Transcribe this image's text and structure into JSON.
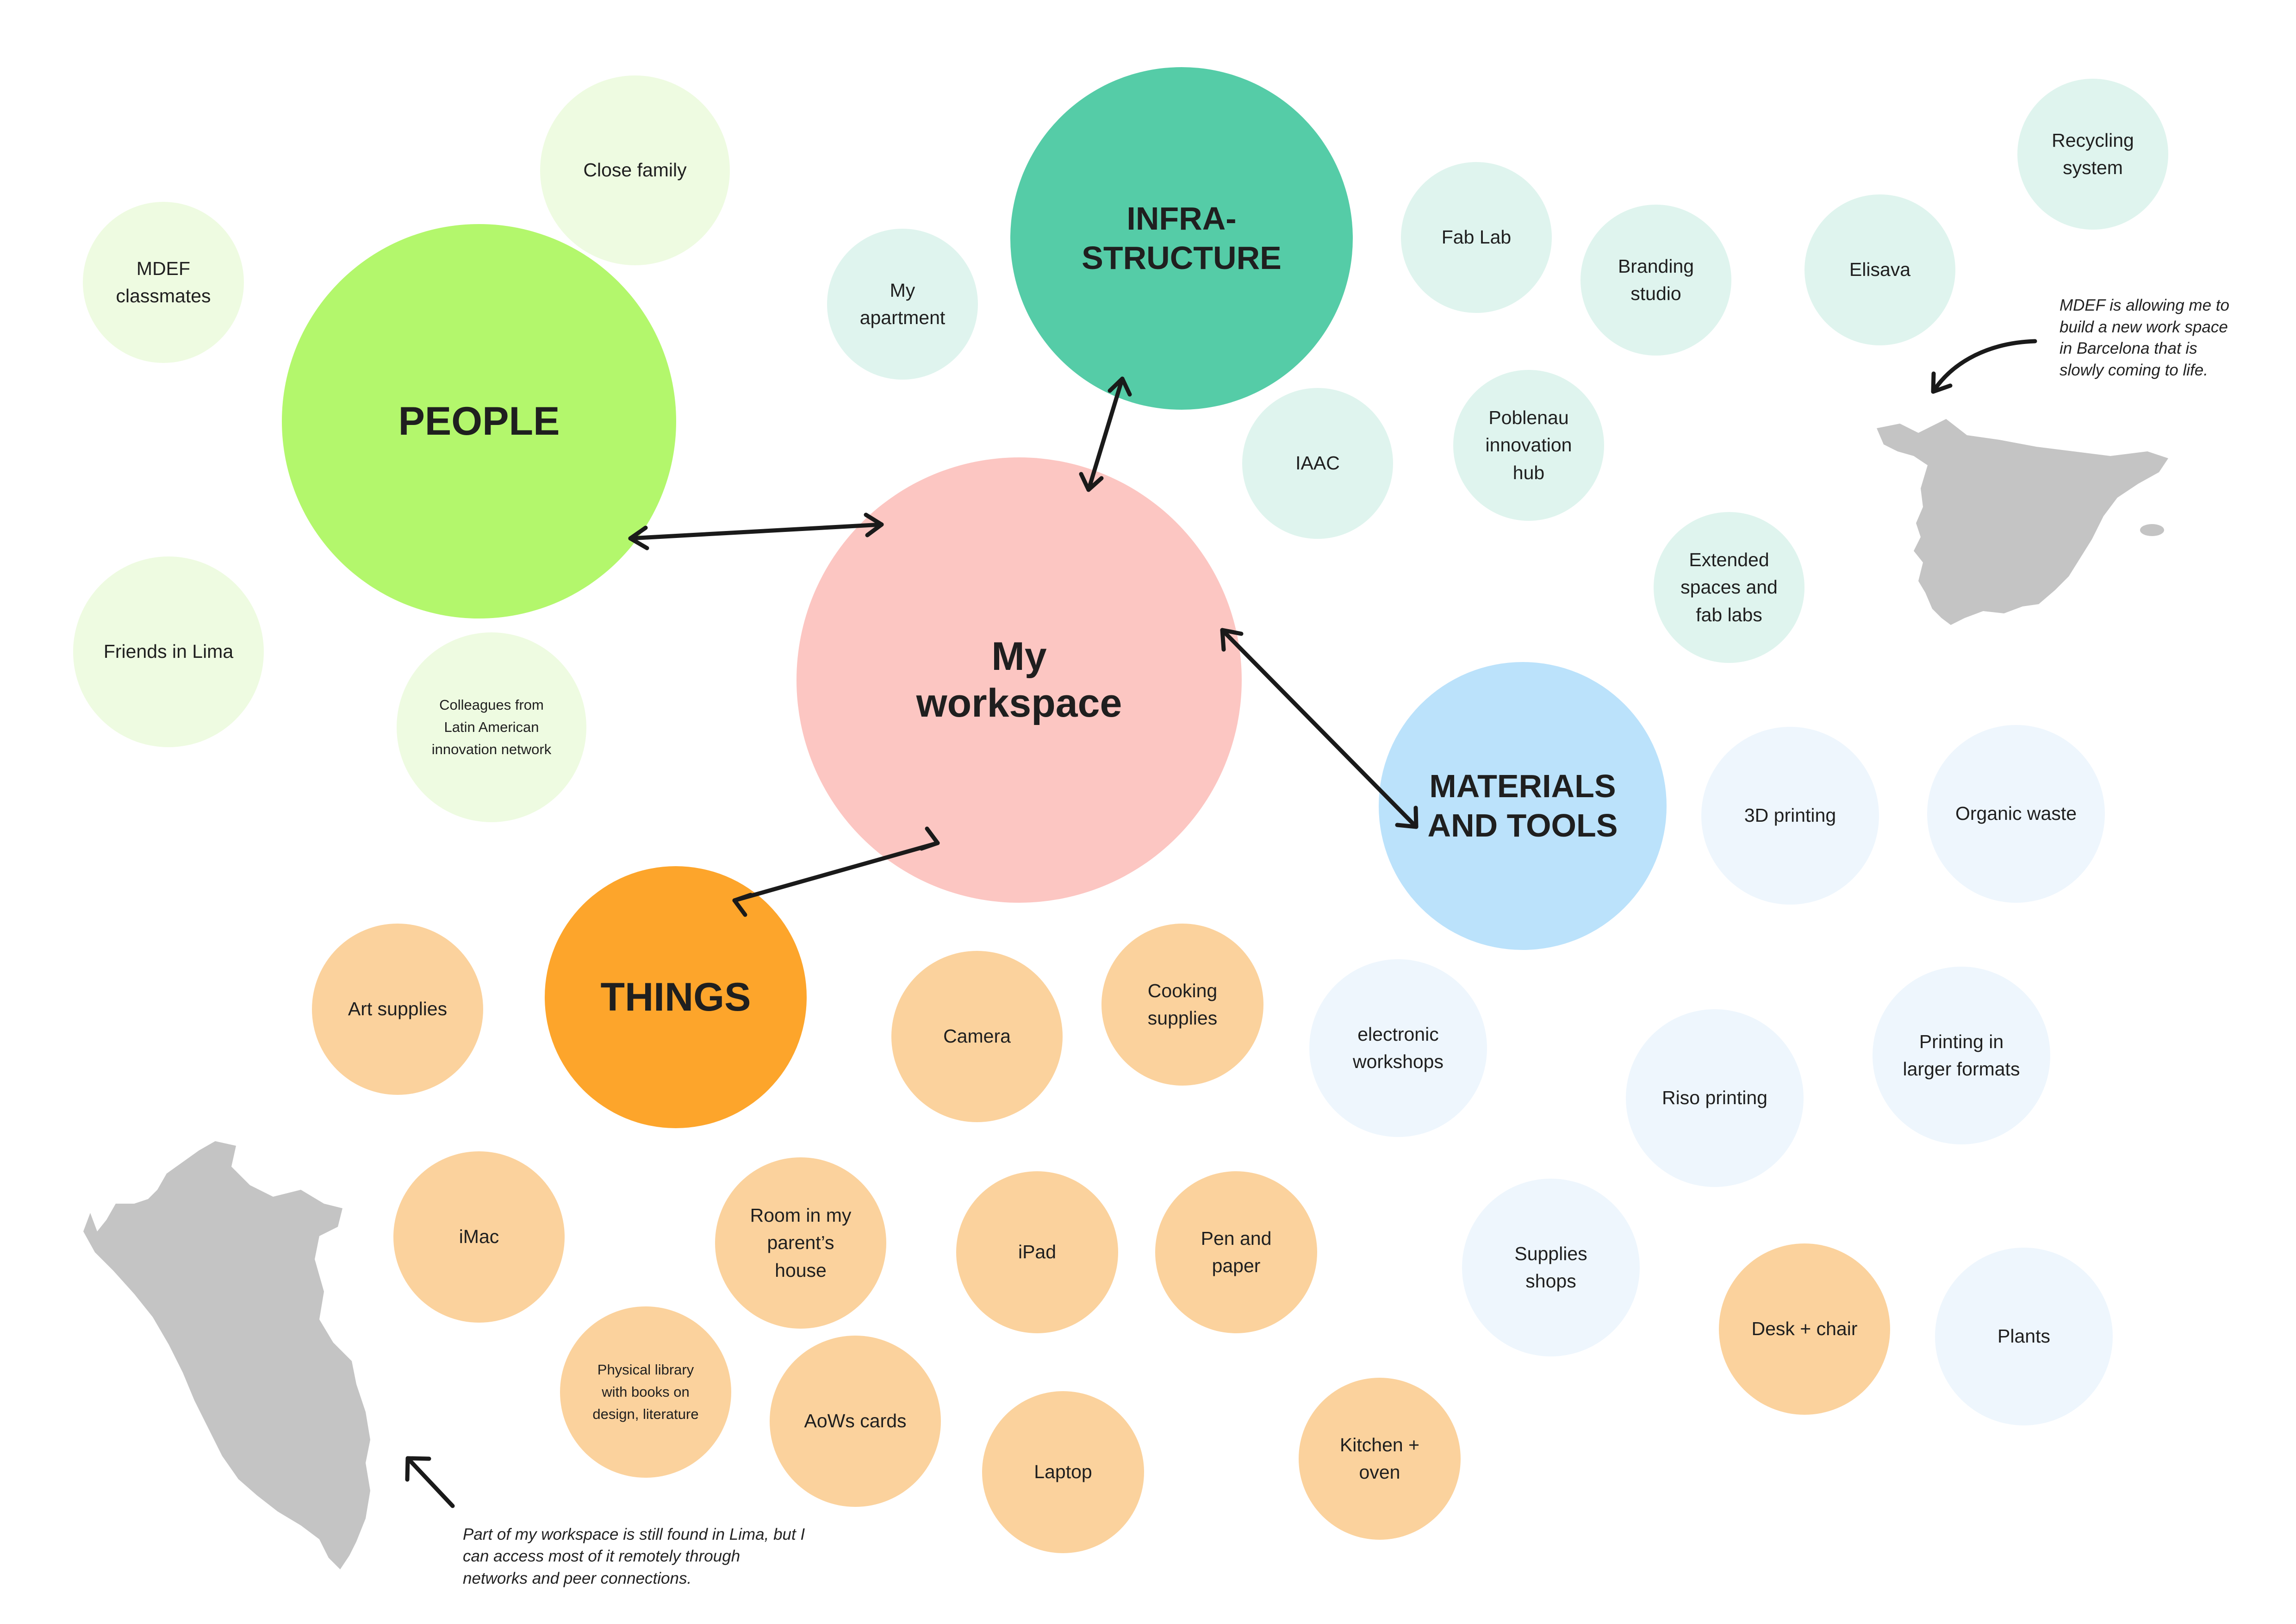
{
  "colors": {
    "people": "#b3f76c",
    "people_light": "#eefbe1",
    "infra": "#55cca7",
    "infra_light": "#dff4ee",
    "workspace": "#fcc6c2",
    "things": "#fda52b",
    "things_light": "#fbd29d",
    "materials": "#bbe2fb",
    "materials_light": "#eef6fd",
    "map": "#c4c4c4",
    "arrow": "#1a1a1a"
  },
  "icons": {
    "spain_map": "spain-map-icon",
    "peru_map": "peru-map-icon"
  },
  "nodes": {
    "workspace": "My\nworkspace",
    "people": "PEOPLE",
    "infra": "INFRA-\nSTRUCTURE",
    "things": "THINGS",
    "materials": "MATERIALS\nAND TOOLS",
    "close_family": "Close family",
    "mdef_classmates": "MDEF\nclassmates",
    "friends_lima": "Friends in Lima",
    "colleagues": "Colleagues from\nLatin American\ninnovation network",
    "my_apartment": "My\napartment",
    "fab_lab": "Fab Lab",
    "branding_studio": "Branding\nstudio",
    "elisava": "Elisava",
    "recycling": "Recycling\nsystem",
    "iaac": "IAAC",
    "poblenau": "Poblenau\ninnovation\nhub",
    "extended": "Extended\nspaces and\nfab labs",
    "printing_3d": "3D printing",
    "organic_waste": "Organic waste",
    "electronic": "electronic\nworkshops",
    "riso": "Riso printing",
    "printing_large": "Printing in\nlarger formats",
    "supplies_shops": "Supplies\nshops",
    "plants": "Plants",
    "art_supplies": "Art supplies",
    "camera": "Camera",
    "cooking": "Cooking\nsupplies",
    "imac": "iMac",
    "room": "Room in my\nparent’s\nhouse",
    "ipad": "iPad",
    "pen_paper": "Pen and\npaper",
    "library": "Physical library\nwith books on\ndesign, literature",
    "aows": "AoWs cards",
    "laptop": "Laptop",
    "kitchen": "Kitchen +\noven",
    "desk": "Desk + chair"
  },
  "notes": {
    "spain": "MDEF is allowing me to\nbuild a new work space\nin Barcelona that is\nslowly coming to life.",
    "lima": "Part of my workspace is still found in Lima, but I\ncan access most of it remotely through\nnetworks and peer connections."
  }
}
